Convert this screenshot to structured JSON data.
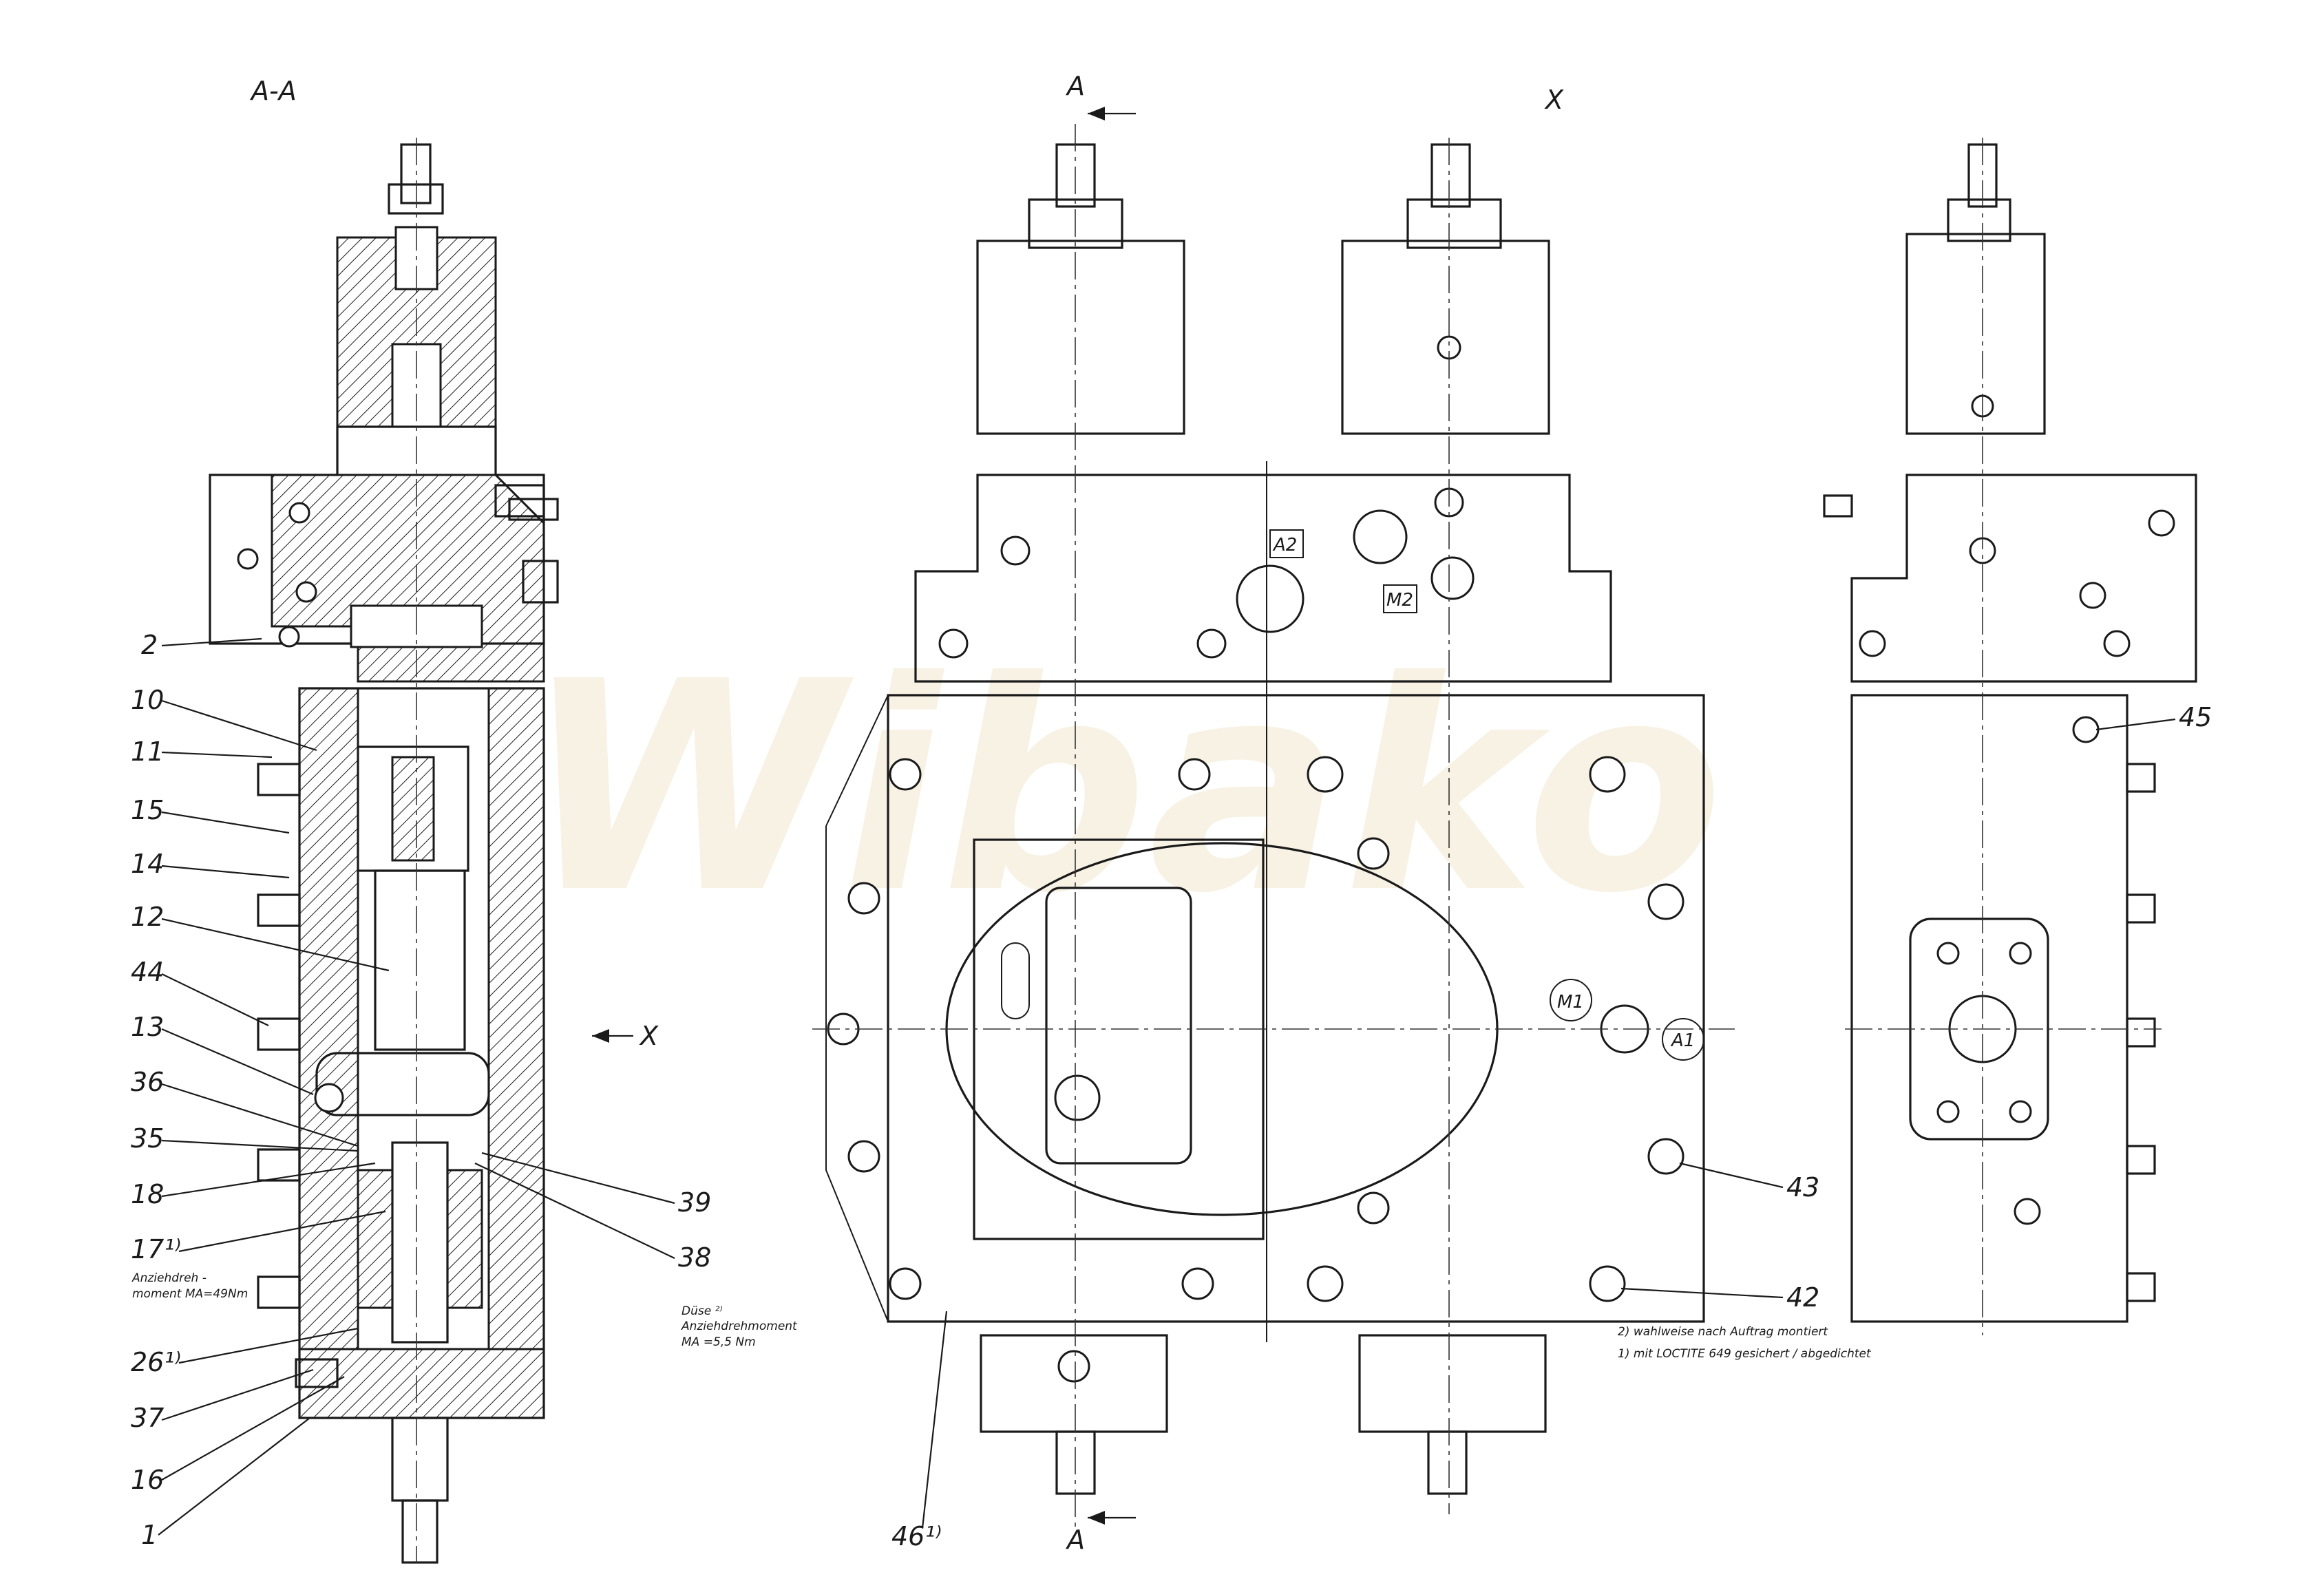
{
  "views": {
    "section": "A-A",
    "view_x": "X",
    "cut_mark_top": "A",
    "cut_mark_bottom": "A",
    "x_arrow": "X"
  },
  "watermark": "Wibako",
  "ports": {
    "a2": "A2",
    "m2": "M2",
    "m1": "M1",
    "a1": "A1"
  },
  "part_labels": {
    "p2": "2",
    "p10": "10",
    "p11": "11",
    "p15": "15",
    "p14": "14",
    "p12": "12",
    "p44": "44",
    "p13": "13",
    "p36": "36",
    "p35": "35",
    "p18": "18",
    "p17": "17¹⁾",
    "p26": "26¹⁾",
    "p37": "37",
    "p16": "16",
    "p1": "1",
    "p39": "39",
    "p38": "38",
    "p46": "46¹⁾",
    "p45": "45",
    "p43": "43",
    "p42": "42"
  },
  "notes": {
    "torque_1_line1": "Anziehdreh -",
    "torque_1_line2": "moment MA=49Nm",
    "nozzle_line1": "Düse ²⁾",
    "nozzle_line2": "Anziehdrehmoment",
    "nozzle_line3": "MA =5,5 Nm",
    "footnote_2": "2) wahlweise nach Auftrag montiert",
    "footnote_1": "1) mit LOCTITE 649 gesichert / abgedichtet"
  },
  "colors": {
    "ink": "#1a1a1a",
    "watermark": "#f3e9cf",
    "paper": "#ffffff"
  }
}
